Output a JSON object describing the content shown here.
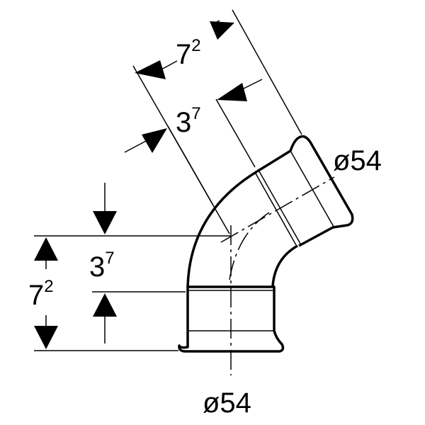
{
  "drawing": {
    "title": "60° press fitting elbow",
    "dimensions": {
      "overall_angled": {
        "base": "7",
        "exp": "2"
      },
      "insertion_angled": {
        "base": "3",
        "exp": "7"
      },
      "overall_vertical": {
        "base": "7",
        "exp": "2"
      },
      "insertion_vertical": {
        "base": "3",
        "exp": "7"
      },
      "diameter_angled": "ø54",
      "diameter_bottom": "ø54"
    },
    "colors": {
      "line": "#000000",
      "background": "#ffffff"
    }
  }
}
